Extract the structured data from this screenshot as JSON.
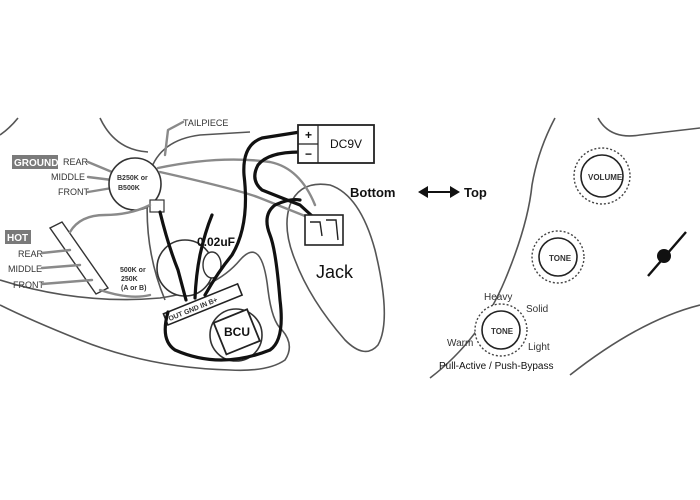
{
  "labels": {
    "tailpiece": "TAILPIECE",
    "ground": "GROUND",
    "hot": "HOT",
    "rear": "REAR",
    "middle": "MIDDLE",
    "front": "FRONT",
    "pot_line1": "B250K or",
    "pot_line2": "B500K",
    "battery": "DC9V",
    "plus": "+",
    "minus": "−",
    "cap": "0.02uF",
    "pot2_line1": "500K or",
    "pot2_line2": "250K",
    "pot2_line3": "(A or B)",
    "bcu": "BCU",
    "terminal_labels": "OUT GND IN B+",
    "bottom": "Bottom",
    "top": "Top",
    "jack": "Jack",
    "volume": "VOLUME",
    "tone": "TONE",
    "tone2": "TONE",
    "heavy": "Heavy",
    "solid": "Solid",
    "warm": "Warm",
    "light": "Light",
    "pull_push": "Pull-Active / Push-Bypass"
  },
  "colors": {
    "wire": "#111111",
    "grey_wire": "#8a8a8a",
    "tag": "#7a7a7a",
    "outline": "#555555"
  }
}
